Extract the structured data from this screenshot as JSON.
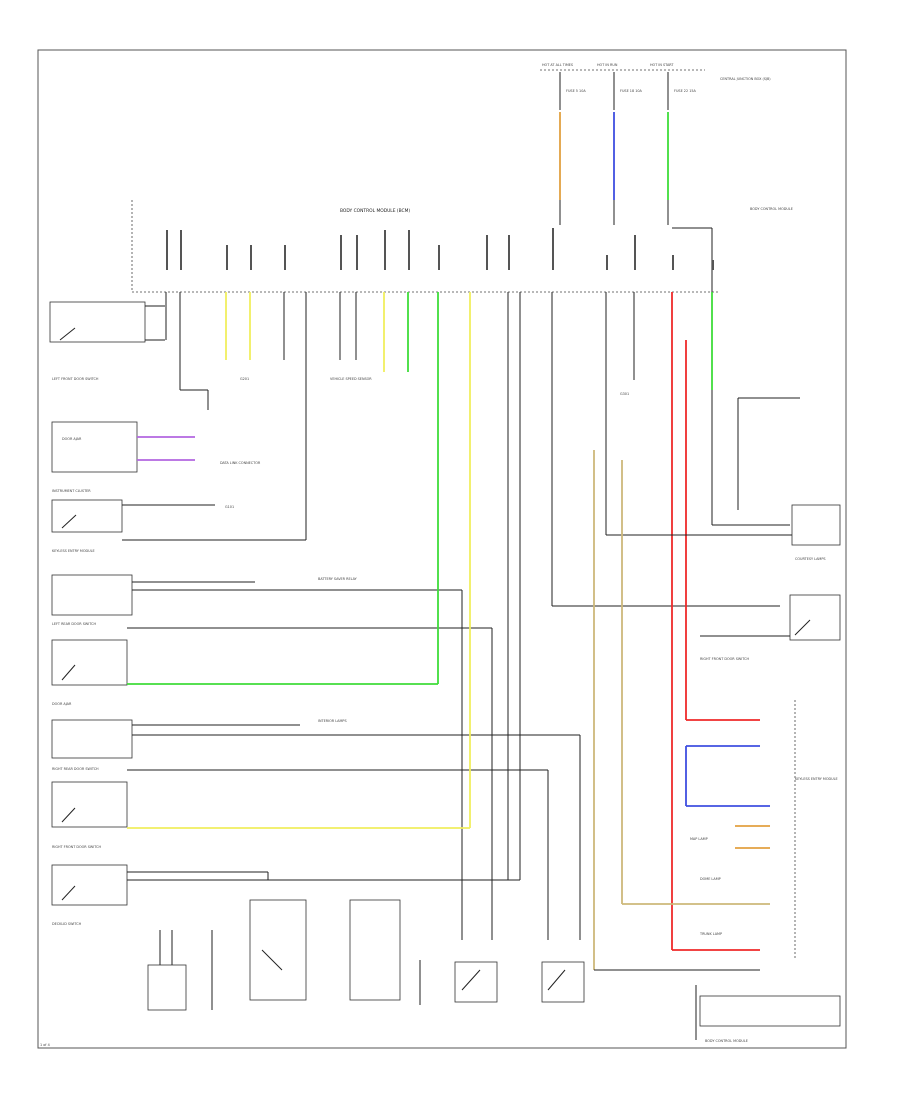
{
  "colors": {
    "wire_green": "#3fdc3a",
    "wire_yellow": "#f1ee5e",
    "wire_red": "#ef2a2a",
    "wire_blue": "#3f4fe0",
    "wire_orange": "#e2a040",
    "wire_violet": "#b266e0",
    "wire_tan": "#cdb87a",
    "wire_black": "#222222",
    "border": "#555555"
  },
  "diagram": {
    "title": "BODY CONTROL MODULE (BCM)",
    "corner_label": "1 of 4",
    "modules": {
      "gem": "BODY CONTROL MODULE",
      "smart_junction_box": "CENTRAL JUNCTION BOX (SJB)",
      "instrument_cluster": "INSTRUMENT CLUSTER",
      "lf_door_switch": "LEFT FRONT DOOR SWITCH",
      "lr_door_switch": "LEFT REAR DOOR SWITCH",
      "rr_door_switch": "RIGHT REAR DOOR SWITCH",
      "decklid_switch": "DECKLID SWITCH",
      "rf_door_switch": "RIGHT FRONT DOOR SWITCH",
      "interior_lamps": "INTERIOR LAMPS",
      "courtesy_lamps": "COURTESY LAMPS",
      "ground_1": "G101",
      "ground_2": "G201",
      "ground_3": "G301",
      "hot_at_all_times": "HOT AT ALL TIMES",
      "hot_in_run": "HOT IN RUN",
      "hot_in_start": "HOT IN START",
      "fuse_1": "FUSE 5 10A",
      "fuse_2": "FUSE 18 10A",
      "fuse_3": "FUSE 22 15A",
      "battery_saver": "BATTERY SAVER RELAY",
      "keyless_entry": "KEYLESS ENTRY MODULE",
      "door_ajar": "DOOR AJAR",
      "data_link": "DATA LINK CONNECTOR",
      "speed_sensor": "VEHICLE SPEED SENSOR",
      "trunk_lamp": "TRUNK LAMP",
      "dome_lamp": "DOME LAMP",
      "map_lamp": "MAP LAMP"
    }
  }
}
